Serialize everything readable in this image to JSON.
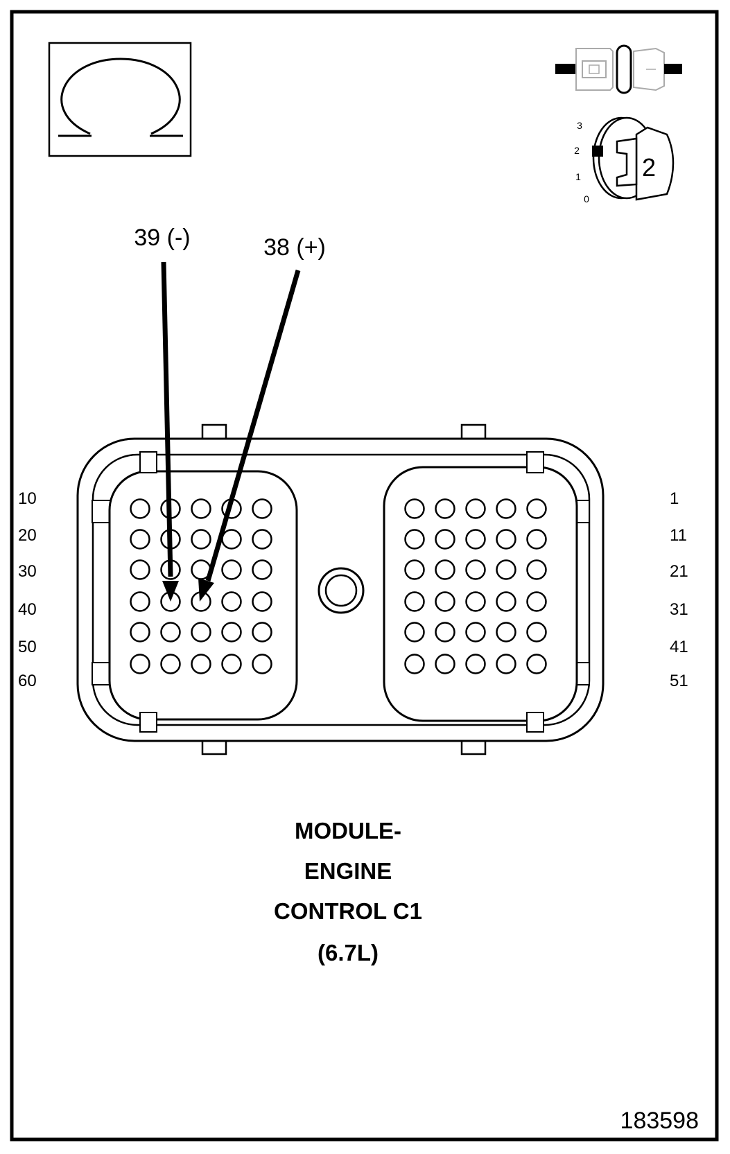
{
  "symbols": {
    "meter_function": "ohm-icon",
    "meter_function_glyph": "Ω",
    "connector_disconnected": "connector-disconnected-icon",
    "ignition_switch": "ignition-key-icon"
  },
  "ignition": {
    "positions": [
      "3",
      "2",
      "1",
      "0"
    ],
    "selected_position": "2",
    "key_label": "2"
  },
  "probes": {
    "negative_label": "39 (-)",
    "positive_label": "38 (+)",
    "negative_pin": 39,
    "positive_pin": 38
  },
  "connector": {
    "left_row_labels": [
      "10",
      "20",
      "30",
      "40",
      "50",
      "60"
    ],
    "right_row_labels": [
      "1",
      "11",
      "21",
      "31",
      "41",
      "51"
    ]
  },
  "caption": {
    "line1": "MODULE-",
    "line2": "ENGINE",
    "line3": "CONTROL C1",
    "line4": "(6.7L)"
  },
  "figure_id": "183598"
}
